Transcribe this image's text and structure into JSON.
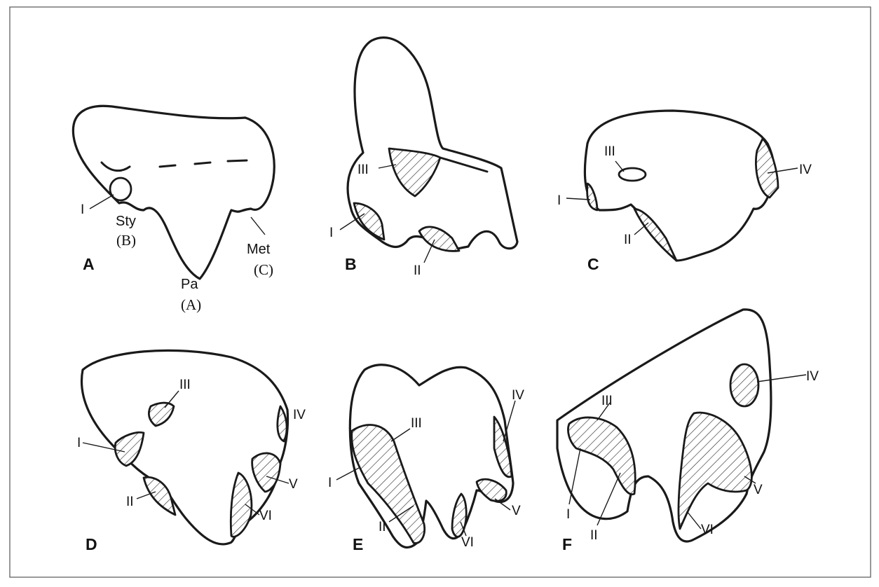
{
  "panels": {
    "A": {
      "letter": "A",
      "cusps": {
        "sty": "Sty",
        "sty_alt": "(B)",
        "pa": "Pa",
        "pa_alt": "(A)",
        "met": "Met",
        "met_alt": "(C)"
      },
      "facets": [
        "I"
      ]
    },
    "B": {
      "letter": "B",
      "facets": [
        "III",
        "I",
        "II"
      ]
    },
    "C": {
      "letter": "C",
      "facets": [
        "III",
        "IV",
        "I",
        "II"
      ]
    },
    "D": {
      "letter": "D",
      "facets": [
        "III",
        "IV",
        "I",
        "V",
        "II",
        "VI"
      ]
    },
    "E": {
      "letter": "E",
      "facets": [
        "IV",
        "III",
        "I",
        "II",
        "V",
        "VI"
      ]
    },
    "F": {
      "letter": "F",
      "facets": [
        "IV",
        "III",
        "I",
        "II",
        "V",
        "VI"
      ]
    }
  },
  "colors": {
    "line": "#1a1a1a",
    "background": "#ffffff",
    "frame": "#555555"
  }
}
